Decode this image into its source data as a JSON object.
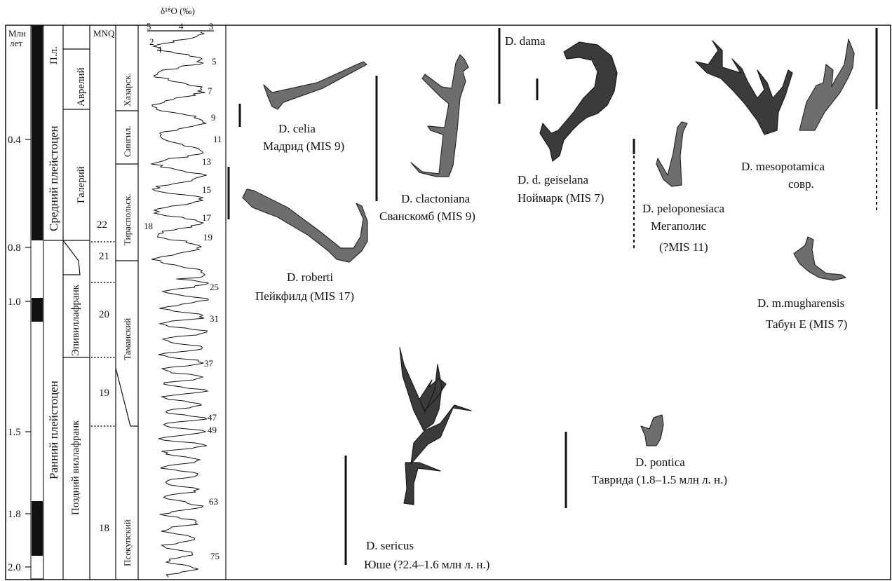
{
  "header": {
    "isotope_title": "δ¹⁸O (‰)",
    "isotope_scale": [
      "5",
      "4",
      "3"
    ]
  },
  "columns": {
    "age_header": [
      "Млн",
      "лет"
    ],
    "age_ticks": [
      "0.4",
      "0.8",
      "1.0",
      "1.5",
      "1.8",
      "2.0"
    ],
    "epochs": [
      "П.л.",
      "Средний плейстоцен",
      "Ранний плейстоцен"
    ],
    "stages": [
      "Аврелий",
      "Галерий",
      "Эпивиллафранк",
      "Поздний виллафранк"
    ],
    "mnq_header": "MNQ",
    "mnq_zones": [
      "22",
      "21",
      "20",
      "19",
      "18"
    ],
    "complexes": [
      "Хазарск.",
      "Сингил.",
      "Тираспольск.",
      "Таманский",
      "Псекупский"
    ],
    "mis_labels": [
      "2",
      "4",
      "5",
      "7",
      "9",
      "11",
      "13",
      "15",
      "17",
      "18",
      "19",
      "25",
      "31",
      "37",
      "47",
      "49",
      "63",
      "75"
    ]
  },
  "specimens": [
    {
      "name": "D. celia",
      "place": "Мадрид (MIS 9)"
    },
    {
      "name": "D. clactoniana",
      "place": "Сванскомб (MIS 9)"
    },
    {
      "name": "D. dama",
      "place": ""
    },
    {
      "name": "D. d. geiselana",
      "place": "Ноймарк (MIS 7)"
    },
    {
      "name": "D. peloponesiaca",
      "place": "Мегаполис",
      "place2": "(?MIS 11)"
    },
    {
      "name": "D. mesopotamica",
      "place": "совр."
    },
    {
      "name": "D. roberti",
      "place": "Пейкфилд (MIS 17)"
    },
    {
      "name": "D. m.mugharensis",
      "place": "Табун Е (MIS 7)"
    },
    {
      "name": "D. pontica",
      "place": "Таврида (1.8–1.5 млн л. н.)"
    },
    {
      "name": "D. sericus",
      "place": "Юше (?2.4–1.6 млн л. н.)"
    }
  ]
}
